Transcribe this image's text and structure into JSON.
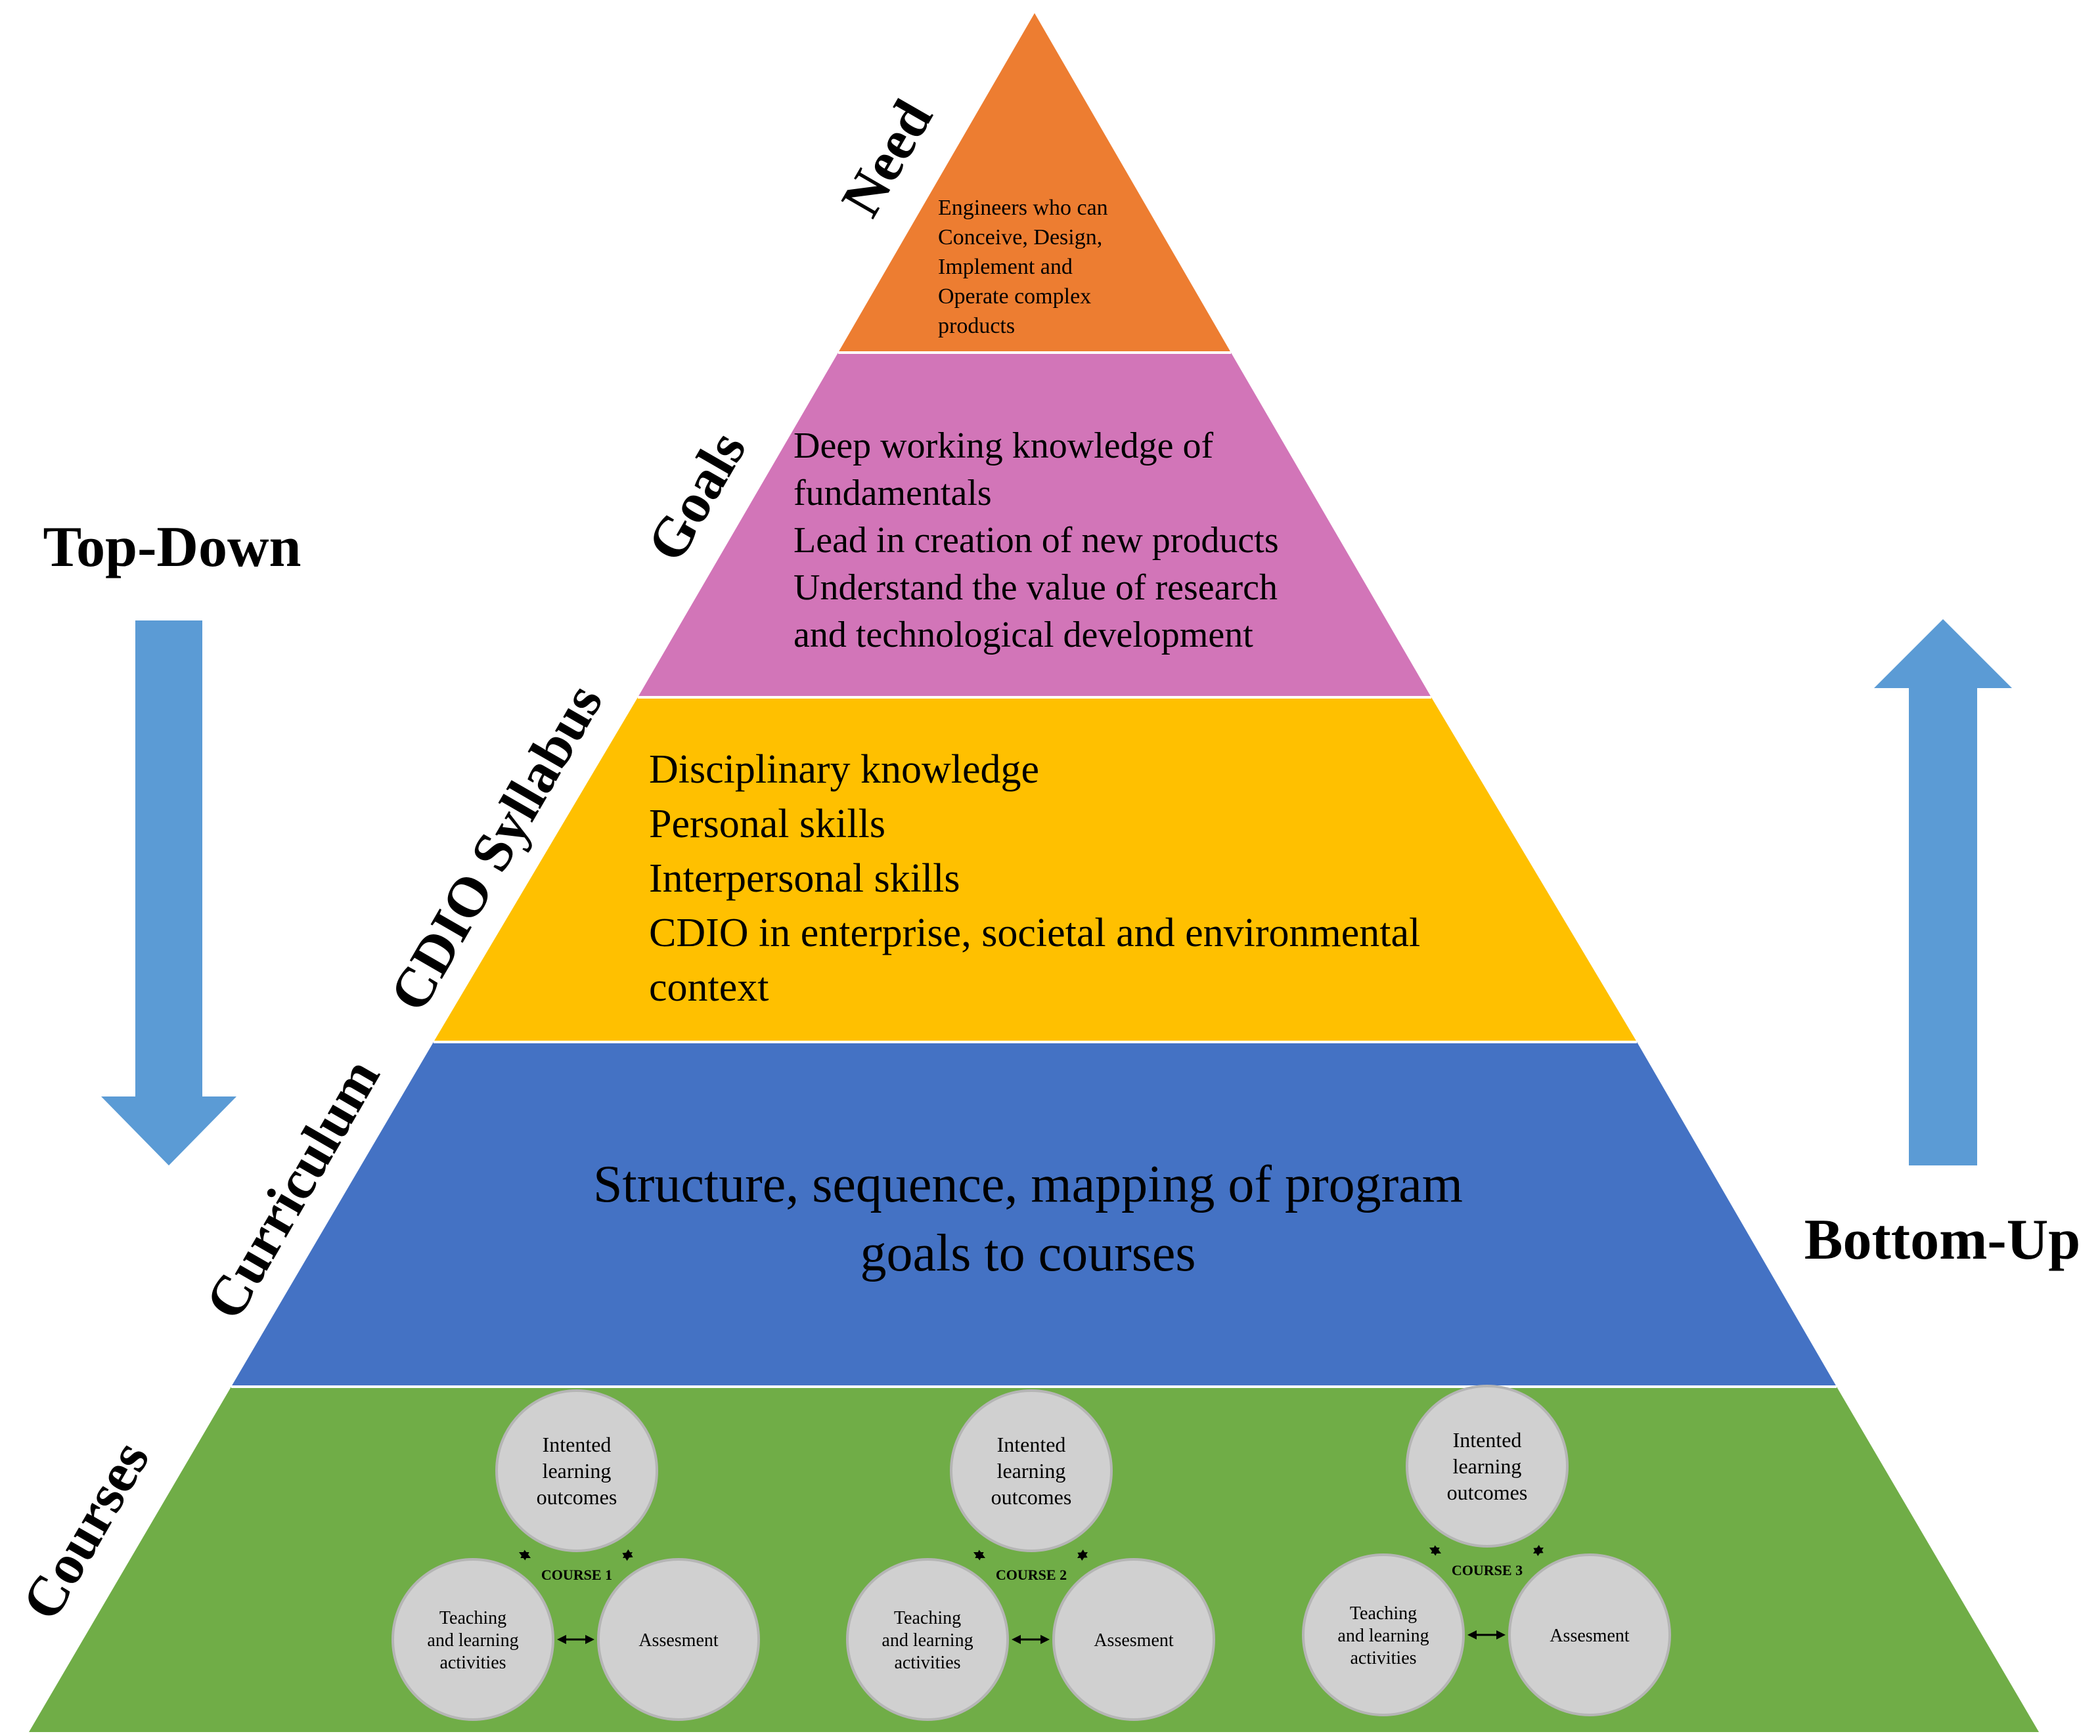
{
  "side_labels": {
    "top_down": "Top-Down",
    "bottom_up": "Bottom-Up"
  },
  "levels": {
    "need": {
      "name": "Need",
      "color": "#ED7D31",
      "lines": [
        "Engineers who can",
        "Conceive, Design,",
        "Implement and",
        "Operate complex",
        "products"
      ]
    },
    "goals": {
      "name": "Goals",
      "color": "#D275B8",
      "lines": [
        "Deep working knowledge of",
        "fundamentals",
        "Lead in creation of new products",
        "Understand the value of research",
        "and technological development"
      ]
    },
    "syllabus": {
      "name": "CDIO Syllabus",
      "color": "#FFC000",
      "lines": [
        "Disciplinary knowledge",
        "Personal skills",
        "Interpersonal skills",
        "CDIO in enterprise, societal and environmental",
        "context"
      ]
    },
    "curriculum": {
      "name": "Curriculum",
      "color": "#4472C4",
      "lines": [
        "Structure, sequence, mapping of program",
        "goals to courses"
      ]
    },
    "courses": {
      "name": "Courses",
      "color": "#70AD47"
    }
  },
  "courses": [
    {
      "label": "COURSE 1",
      "ilo": [
        "Intented",
        "learning",
        "outcomes"
      ],
      "tla": [
        "Teaching",
        "and learning",
        "activities"
      ],
      "assessment": "Assesment"
    },
    {
      "label": "COURSE 2",
      "ilo": [
        "Intented",
        "learning",
        "outcomes"
      ],
      "tla": [
        "Teaching",
        "and learning",
        "activities"
      ],
      "assessment": "Assesment"
    },
    {
      "label": "COURSE 3",
      "ilo": [
        "Intented",
        "learning",
        "outcomes"
      ],
      "tla": [
        "Teaching",
        "and learning",
        "activities"
      ],
      "assessment": "Assesment"
    }
  ],
  "colors": {
    "arrow": "#5B9BD5",
    "circle": "#D0D0D0",
    "circle_border": "#B5B5B5"
  }
}
